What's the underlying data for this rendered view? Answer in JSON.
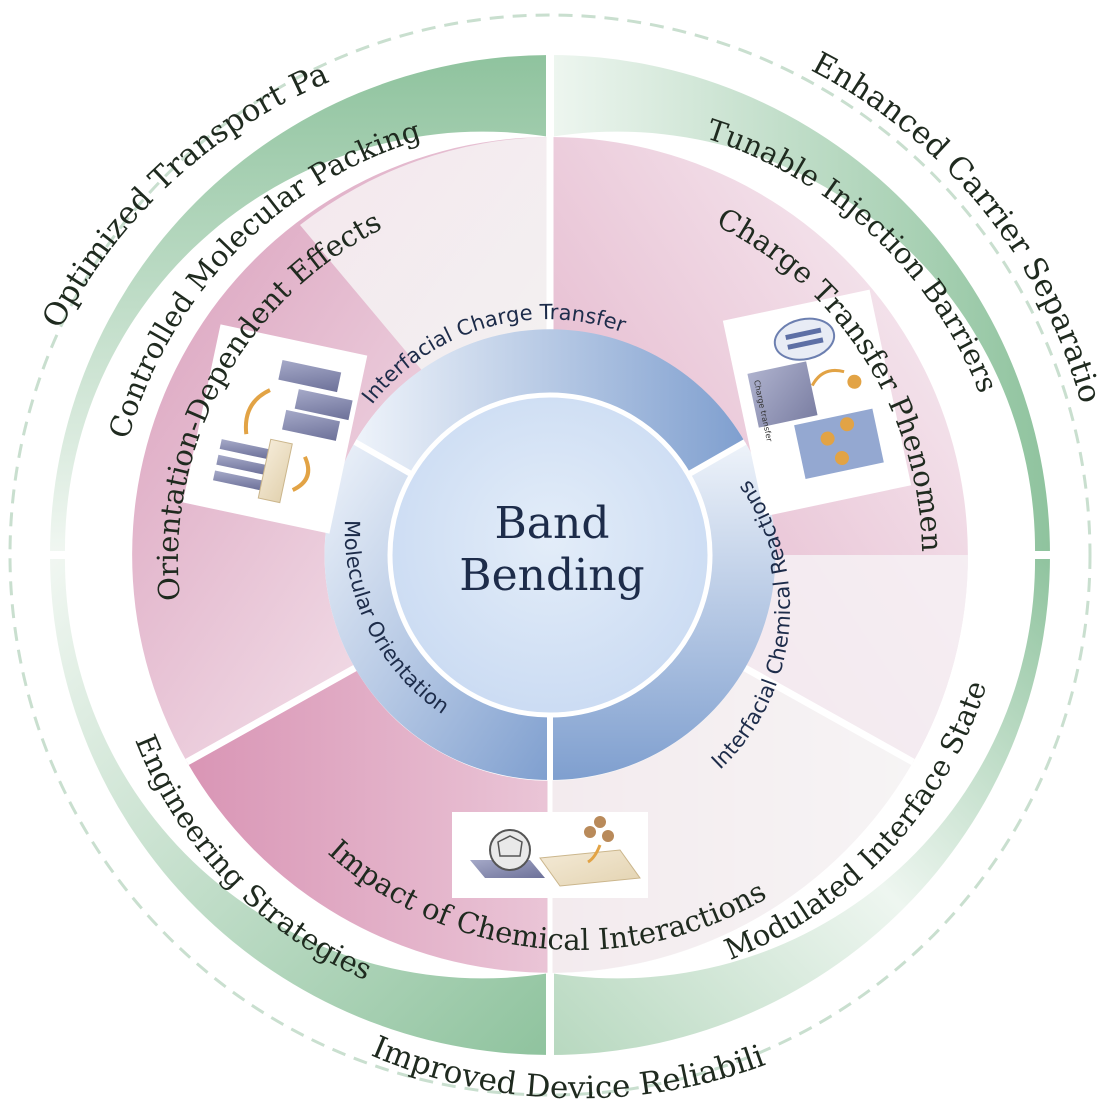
{
  "center": {
    "line1": "Band",
    "line2": "Bending"
  },
  "mechanisms": {
    "top": "Interfacial Charge Transfer",
    "right": "Interfacial Chemical Reactions",
    "left": "Molecular Orientation"
  },
  "phenomena": {
    "charge_transfer": "Charge Transfer Phenomena",
    "orientation": "Orientation-Dependent Effects",
    "chemical": "Impact of Chemical Interactions"
  },
  "strategies": {
    "packing": "Controlled Molecular Packing",
    "injection": "Tunable Injection Barriers",
    "interface_states": "Modulated Interface States",
    "engineering": "Engineering Strategies"
  },
  "outcomes": {
    "transport": "Optimized Transport Paths",
    "separation": "Enhanced Carrier Separation",
    "reliability": "Improved Device Reliability"
  },
  "illustrations": {
    "charge_transfer_label": "Charge transfer"
  },
  "colors": {
    "green": "#8fc39e",
    "green_light": "#e7f2ea",
    "pink": "#e3b2c8",
    "pink_light": "#f7ecf2",
    "blue": "#8aa9d6",
    "center_blue": "#d6e4f7",
    "text_dark": "#1f2a1f",
    "center_text": "#1d2c4a"
  }
}
